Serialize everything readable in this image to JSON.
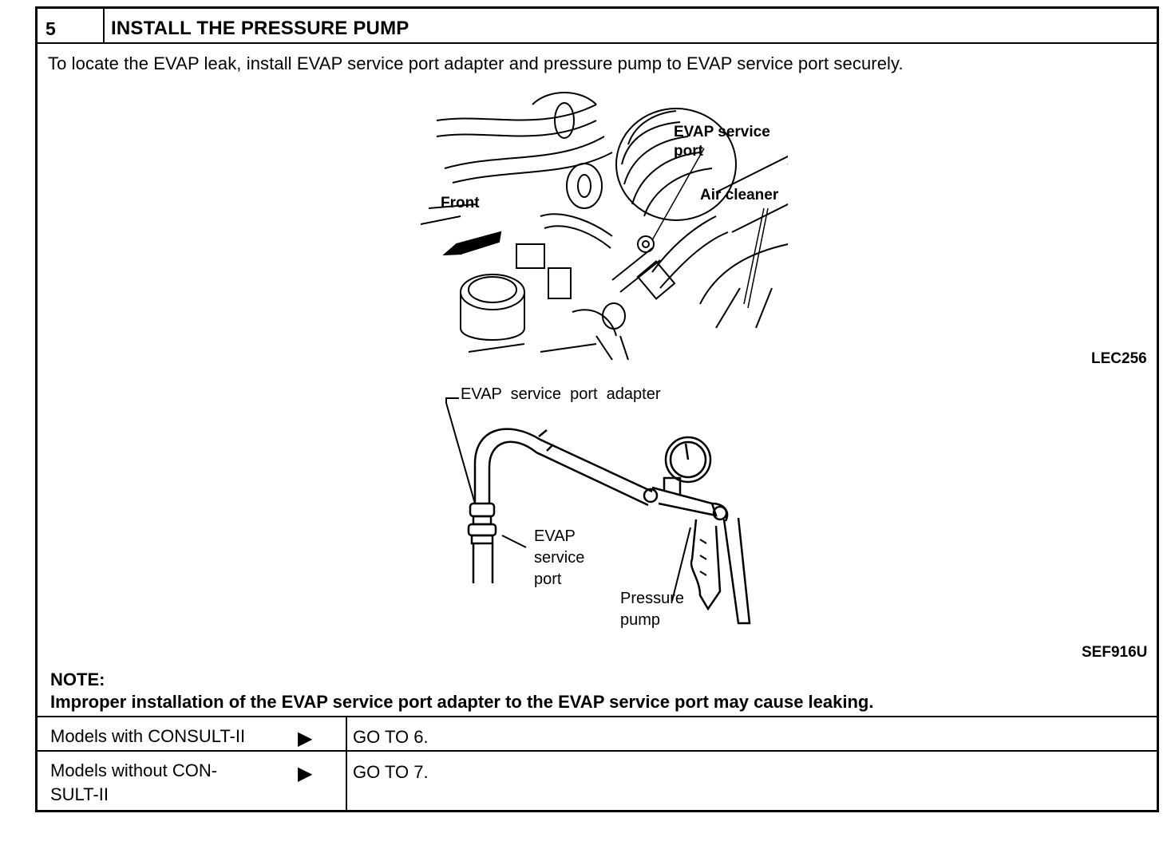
{
  "step": {
    "number": "5",
    "title": "INSTALL THE PRESSURE PUMP",
    "instruction": "To locate the EVAP leak, install EVAP service port adapter and pressure pump to EVAP service port securely."
  },
  "figure1": {
    "code": "LEC256",
    "labels": {
      "evap_service_port": "EVAP service\nport",
      "air_cleaner": "Air cleaner",
      "front": "Front"
    }
  },
  "figure2": {
    "code": "SEF916U",
    "labels": {
      "adapter": "EVAP  service  port  adapter",
      "service_port": "EVAP\nservice\nport",
      "pressure_pump": "Pressure\npump"
    }
  },
  "note": {
    "heading": "NOTE:",
    "text": "Improper installation of the EVAP service port adapter to the EVAP service port may cause leaking."
  },
  "decisions": [
    {
      "condition": "Models with CONSULT-II",
      "arrow": "▶",
      "action": "GO TO 6."
    },
    {
      "condition": "Models without CON-\nSULT-II",
      "arrow": "▶",
      "action": "GO TO 7."
    }
  ]
}
